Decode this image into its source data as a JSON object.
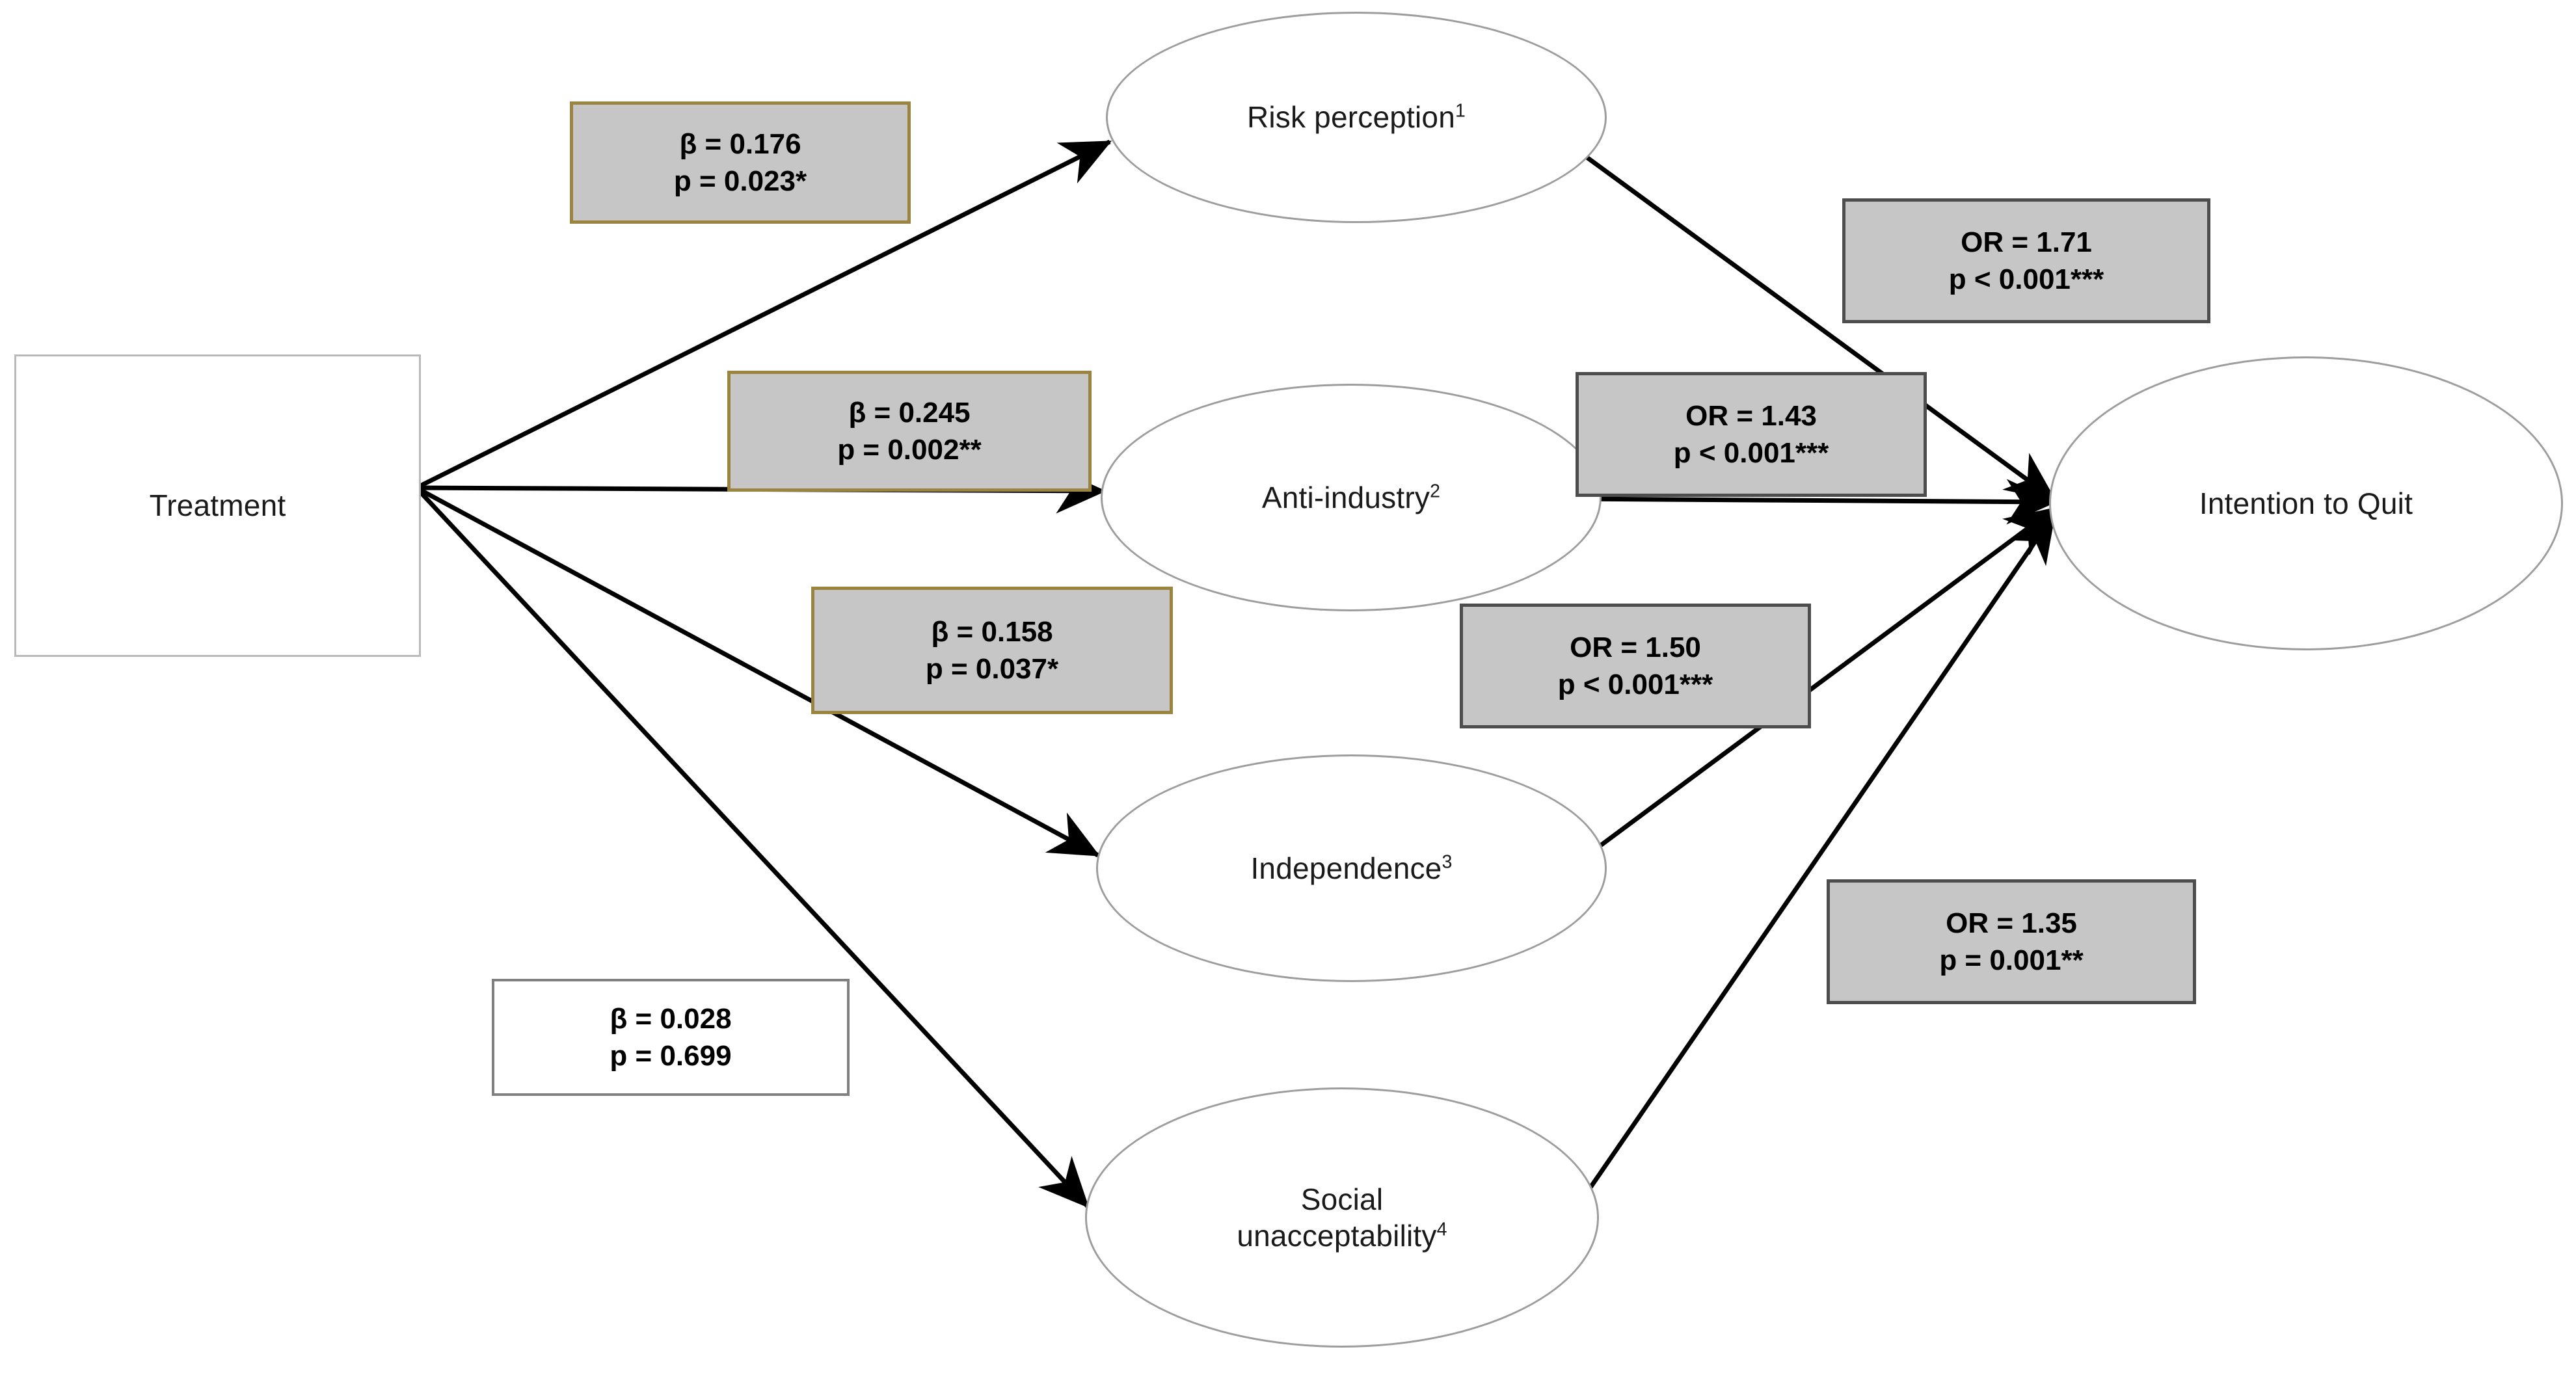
{
  "diagram": {
    "type": "path-analysis-mediation-diagram",
    "nodes": {
      "treatment": {
        "label": "Treatment",
        "shape": "rectangle"
      },
      "risk_perception": {
        "label": "Risk perception",
        "superscript": "1",
        "shape": "ellipse"
      },
      "anti_industry": {
        "label": "Anti-industry",
        "superscript": "2",
        "shape": "ellipse"
      },
      "independence": {
        "label": "Independence",
        "superscript": "3",
        "shape": "ellipse"
      },
      "social_unacceptability": {
        "label": "Social\nunacceptability",
        "superscript": "4",
        "shape": "ellipse"
      },
      "intention_to_quit": {
        "label": "Intention to Quit",
        "shape": "ellipse"
      }
    },
    "stat_boxes": {
      "beta_risk": {
        "line1": "β = 0.176",
        "line2": "p = 0.023*",
        "style": "gold",
        "from": "treatment",
        "to": "risk_perception"
      },
      "beta_anti": {
        "line1": "β = 0.245",
        "line2": "p = 0.002**",
        "style": "gold",
        "from": "treatment",
        "to": "anti_industry"
      },
      "beta_indep": {
        "line1": "β = 0.158",
        "line2": "p = 0.037*",
        "style": "gold",
        "from": "treatment",
        "to": "independence"
      },
      "beta_social": {
        "line1": "β = 0.028",
        "line2": "p = 0.699",
        "style": "white",
        "from": "treatment",
        "to": "social_unacceptability"
      },
      "or_risk": {
        "line1": "OR = 1.71",
        "line2": "p < 0.001***",
        "style": "grey",
        "from": "risk_perception",
        "to": "intention_to_quit"
      },
      "or_anti": {
        "line1": "OR = 1.43",
        "line2": "p < 0.001***",
        "style": "grey",
        "from": "anti_industry",
        "to": "intention_to_quit"
      },
      "or_indep": {
        "line1": "OR = 1.50",
        "line2": "p < 0.001***",
        "style": "grey",
        "from": "independence",
        "to": "intention_to_quit"
      },
      "or_social": {
        "line1": "OR = 1.35",
        "line2": "p = 0.001**",
        "style": "grey",
        "from": "social_unacceptability",
        "to": "intention_to_quit"
      }
    },
    "colors": {
      "gold_border": "#9b8440",
      "grey_border": "#4d4d4d",
      "box_fill": "#c6c6c6",
      "white_fill": "#ffffff",
      "node_stroke": "#9d9d9d",
      "arrow": "#000000"
    }
  }
}
